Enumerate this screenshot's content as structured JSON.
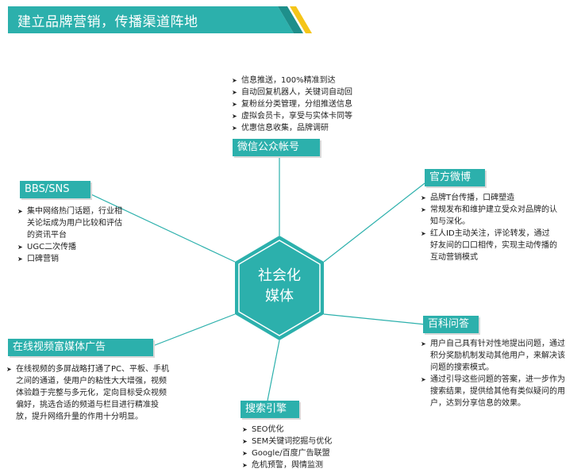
{
  "title": "建立品牌营销，传播渠道阵地",
  "center": {
    "line1": "社会化",
    "line2": "媒体"
  },
  "nodes": {
    "wechat": {
      "label": "微信公众帐号",
      "items": [
        "信息推送，100%精准到达",
        "自动回复机器人，关键词自动回",
        "复粉丝分类管理，分组推送信息",
        "虚拟会员卡，享受与实体卡同等",
        "优惠信息收集，品牌调研"
      ]
    },
    "weibo": {
      "label": "官方微博",
      "items": [
        "品牌T台传播，口碑塑造",
        "常规发布和维护建立受众对品牌的认知与深化。",
        "红人ID主动关注，评论转发，通过好友间的口口相传，实现主动传播的互动营销模式"
      ]
    },
    "bbs": {
      "label": "BBS/SNS",
      "items": [
        "集中网络热门话题，行业相关论坛成为用户比较和评估的资讯平台",
        "UGC二次传播",
        "口碑营销"
      ]
    },
    "baike": {
      "label": "百科问答",
      "items": [
        "用户自己具有针对性地提出问题，通过积分奖励机制发动其他用户，来解决该问题的搜索模式。",
        "通过引导这些问题的答案，进一步作为搜索结果，提供给其他有类似疑问的用户，达到分享信息的效果。"
      ]
    },
    "video": {
      "label": "在线视频富媒体广告",
      "items": [
        "在线视频的多屏战略打通了PC、平板、手机之间的通道，使用户的粘性大大增强，视频体验趋于完整与多元化，定向目标受众视频偏好，挑选合适的频道与栏目进行精准投放，提升网络升量的作用十分明显。"
      ]
    },
    "search": {
      "label": "搜索引擎",
      "items": [
        "SEO优化",
        "SEM关键词挖掘与优化",
        "Google/百度广告联盟",
        "危机预警，舆情监测"
      ]
    }
  },
  "colors": {
    "teal": "#2cb0ac",
    "dark_teal": "#1e8f8b",
    "yellow": "#f5c518",
    "connector": "#2cb0ac"
  },
  "bullet_icon": "arrowhead-icon"
}
